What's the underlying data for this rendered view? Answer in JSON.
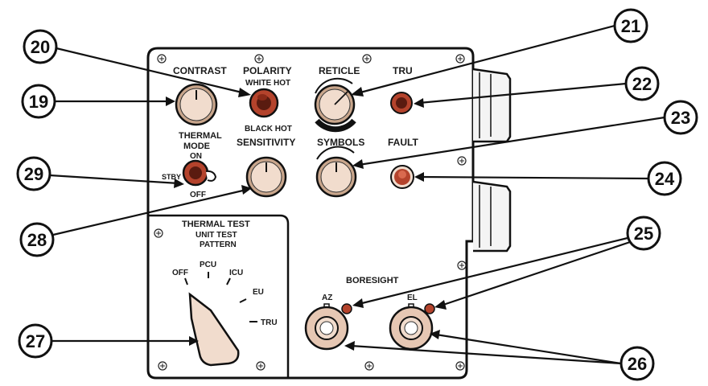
{
  "panel": {
    "contrast_label": "CONTRAST",
    "polarity_label": "POLARITY",
    "white_hot_label": "WHITE HOT",
    "black_hot_label": "BLACK HOT",
    "reticle_label": "RETICLE",
    "tru_label": "TRU",
    "thermal_mode_label_1": "THERMAL",
    "thermal_mode_label_2": "MODE",
    "on_label": "ON",
    "stby_label": "STBY",
    "off_label": "OFF",
    "sensitivity_label": "SENSITIVITY",
    "symbols_label": "SYMBOLS",
    "fault_label": "FAULT",
    "thermal_test_label": "THERMAL TEST",
    "unit_test_label": "UNIT TEST",
    "pattern_label": "PATTERN",
    "selector_off": "OFF",
    "selector_pcu": "PCU",
    "selector_icu": "ICU",
    "selector_eu": "EU",
    "selector_tru": "TRU",
    "boresight_label": "BORESIGHT",
    "az_label": "AZ",
    "el_label": "EL"
  },
  "callouts": {
    "c19": "19",
    "c20": "20",
    "c21": "21",
    "c22": "22",
    "c23": "23",
    "c24": "24",
    "c25": "25",
    "c26": "26",
    "c27": "27",
    "c28": "28",
    "c29": "29"
  },
  "colors": {
    "outline": "#111111",
    "knob_face": "#f1dccd",
    "knob_shadow": "#c9a68c",
    "indicator_red": "#b4432c",
    "indicator_dark": "#5a1b10"
  }
}
